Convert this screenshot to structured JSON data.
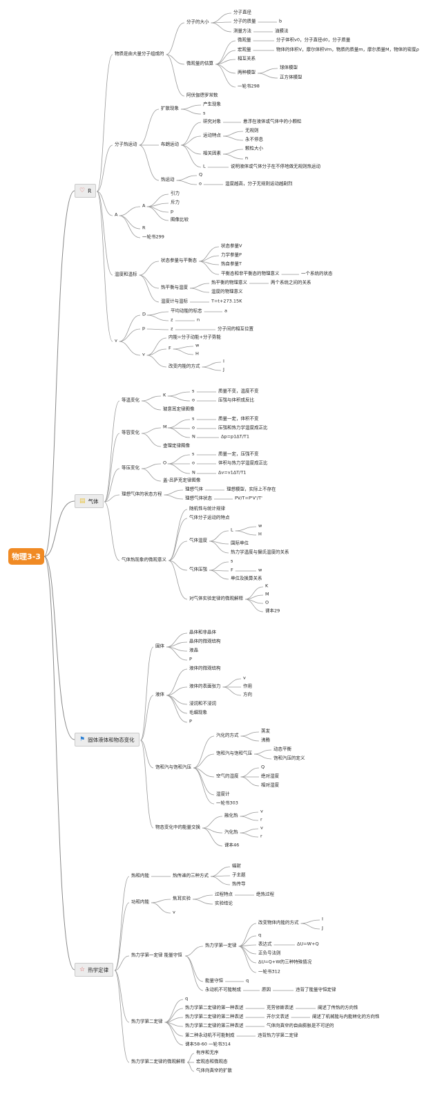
{
  "root": "物理3-3",
  "main": [
    {
      "label": "R",
      "icon": "heart-icon",
      "color": "#d9534f"
    },
    {
      "label": "气体",
      "icon": "note-icon",
      "color": "#e8c440"
    },
    {
      "label": "固体液体和物态变化",
      "icon": "flag-icon",
      "color": "#2a7fd4"
    },
    {
      "label": "热学定律",
      "icon": "star-icon",
      "color": "#d9534f"
    }
  ],
  "icons": {
    "heart-icon": "♡",
    "note-icon": "▤",
    "flag-icon": "⚑",
    "star-icon": "☆"
  },
  "t": [
    "物质是由大量分子组成的",
    "分子的大小",
    "分子直径",
    "分子的质量",
    "b",
    "测量方法",
    "油膜法",
    "微观量的估算",
    "微观量",
    "分子体积v0，分子直径d0，分子质量",
    "宏观量",
    "物体的体积V，摩尔体积Vm，物质的质量m，摩尔质量M，物体的密度ρ",
    "相互关系",
    "两种模型",
    "球体模型",
    "正方体模型",
    "一轮书298",
    "阿伏伽德罗常数",
    "分子热运动",
    "扩散现象",
    "产生现象",
    "s",
    "布朗运动",
    "研究对象",
    "悬浮在液体或气体中的小颗粒",
    "运动特点",
    "无规则",
    "永不停息",
    "相关因素",
    "颗粒大小",
    "n",
    "L",
    "说明液体或气体分子在不停地做无规则热运动",
    "热运动",
    "Q",
    "o",
    "温度越高，分子无规则运动越剧烈",
    "A",
    "A",
    "引力",
    "斥力",
    "p",
    "图像比较",
    "R",
    "一轮书299",
    "温度和温标",
    "状态参量与平衡态",
    "状态参量V",
    "力学参量P",
    "热自参量T",
    "平衡态和非平衡态的物理意义",
    "一个系统的状态",
    "热平衡与温度",
    "热平衡的物理意义",
    "两个系统之间的关系",
    "温度的物理意义",
    "温度计与温标",
    "T=t+273.15K",
    "v",
    "D",
    "平均动能的标志",
    "a",
    "z",
    "n",
    "p",
    "z",
    "分子间的相互位置",
    "v",
    "内能=分子动能+分子势能",
    "F",
    "w",
    "H",
    "改变内能的方式",
    "I",
    "J",
    "等温变化",
    "K",
    "s",
    "质量不变，温度不变",
    "o",
    "压强与体积成反比",
    "玻意耳定律图像",
    "等容变化",
    "M",
    "s",
    "质量一定，体积不变",
    "o",
    "压强和热力学温度成正比",
    "N",
    "Δp=p1ΔT/T1",
    "查理定律图像",
    "等压变化",
    "O",
    "s",
    "质量一定，压强不变",
    "o",
    "体积与热力学温度成正比",
    "N",
    "Δv=v1ΔT/T1",
    "盖-吕萨克定律图像",
    "理想气体的状态方程",
    "理想气体",
    "理想模型，实际上不存在",
    "理想气体状态",
    "PV/T=P'V'/T'",
    "气体热现象的微观意义",
    "随机性与统计规律",
    "气体分子运动的特点",
    "气体温度",
    "L",
    "w",
    "H",
    "国际单位",
    "热力学温度与摄氏温度的关系",
    "气体压强",
    "s",
    "F",
    "w",
    "单位及换算关系",
    "对气体实验定律的微观解释",
    "K",
    "M",
    "O",
    "课本29",
    "固体",
    "晶体和非晶体",
    "晶体的微观结构",
    "液晶",
    "P",
    "液体",
    "液体的微观结构",
    "液体的表面张力",
    "v",
    "作用",
    "方向",
    "浸润和不浸润",
    "毛细现象",
    "P",
    "饱和汽与饱和汽压",
    "汽化的方式",
    "蒸发",
    "沸腾",
    "饱和汽与饱和气压",
    "动态平衡",
    "饱和汽压的定义",
    "空气的湿度",
    "Q",
    "绝对湿度",
    "相对湿度",
    "湿度计",
    "一轮书303",
    "物态变化中的能量交换",
    "融化热",
    "v",
    "r",
    "汽化热",
    "v",
    "r",
    "课本46",
    "热和内能",
    "热传递的三种方式",
    "辐射",
    "子主题",
    "热传导",
    "功和内能",
    "焦耳实验",
    "过程特点",
    "绝热过程",
    "实验结论",
    "v",
    "热力学第一定律 能量守恒",
    "热力学第一定律",
    "改变物体内能的方式",
    "I",
    "J",
    "q",
    "表达式",
    "ΔU=W+Q",
    "正负号法则",
    "ΔU=Q+W的三种特殊情况",
    "一轮书312",
    "能量守恒",
    "q",
    "永动机不可能制成",
    "原因",
    "违背了能量守恒定律",
    "热力学第二定律",
    "q",
    "热力学第二定律的第一种表述",
    "克劳修斯表述",
    "阐述了传热的方向性",
    "热力学第二定律的第二种表述",
    "开尔文表述",
    "阐述了机械能与内能转化的方向性",
    "热力学第二定律的第三种表述",
    "气体向真空的自由膨胀是不可逆的",
    "第二种永动机不可能制成",
    "违背热力学第二定律",
    "课本58-60 一轮书314",
    "热力学第二定律的微观解释",
    "有序和无序",
    "宏观态和微观态",
    "气体向真空的扩散"
  ]
}
